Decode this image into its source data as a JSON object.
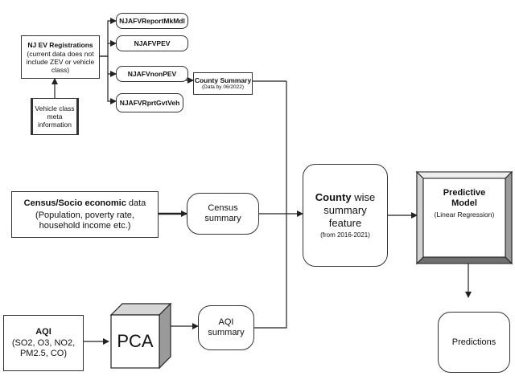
{
  "nodes": {
    "nj_ev": {
      "title": "NJ EV Registrations",
      "note": "(current data does not include ZEV or vehicle class)"
    },
    "mkmdl": {
      "label": "NJAFVReportMkMdl"
    },
    "pev": {
      "label": "NJAFVPEV"
    },
    "nonpev": {
      "label": "NJAFVnonPEV"
    },
    "govt": {
      "label": "NJAFVRprtGvtVeh"
    },
    "vehicle_meta": {
      "label": "Vehicle class meta information"
    },
    "county_summary": {
      "title": "County Summary",
      "note": "(Data by 06/2022)"
    },
    "census": {
      "title_bold": "Census/Socio economic",
      "title_rest": "data",
      "details": "(Population, poverty rate, household income etc.)"
    },
    "census_summary": {
      "label": "Census summary"
    },
    "county_feature": {
      "title_bold": "County",
      "title_rest": "wise summary feature",
      "note": "(from 2016-2021)"
    },
    "predictive": {
      "title": "Predictive Model",
      "note": "(Linear Regression)"
    },
    "aqi": {
      "title": "AQI",
      "details": "(SO2, O3, NO2, PM2.5, CO)"
    },
    "pca": {
      "label": "PCA"
    },
    "aqi_summary": {
      "label": "AQI summary"
    },
    "predictions": {
      "label": "Predictions"
    }
  }
}
